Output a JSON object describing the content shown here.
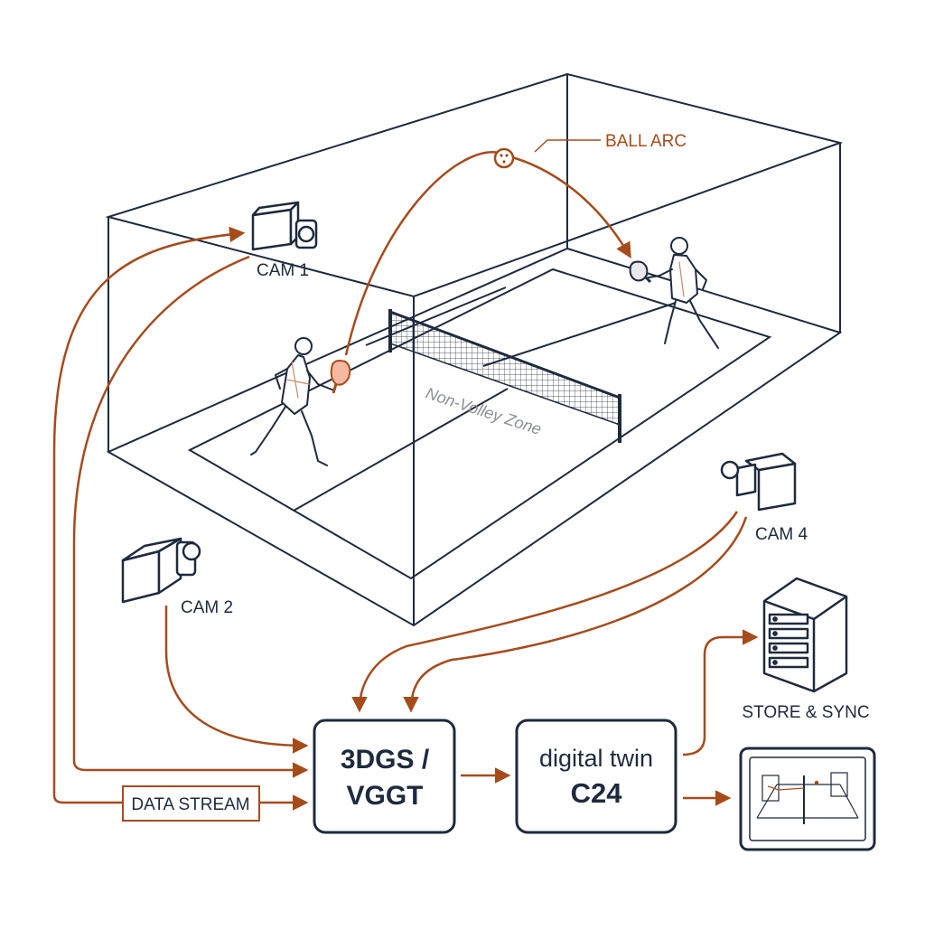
{
  "labels": {
    "ball_arc": "BALL ARC",
    "cam1": "CAM 1",
    "cam2": "CAM 2",
    "cam4": "CAM 4",
    "zone": "Non-Volley Zone",
    "store": "STORE & SYNC",
    "data_stream": "DATA STREAM"
  },
  "boxes": {
    "recon_line1": "3DGS /",
    "recon_line2": "VGGT",
    "twin_line1": "digital twin",
    "twin_line2": "C24"
  },
  "colors": {
    "ink": "#1e2a3d",
    "accent": "#a64b1c",
    "paddle": "#f4b9a0",
    "grey": "#8a8f98"
  },
  "icons": [
    "camera-icon",
    "server-icon",
    "tablet-icon",
    "player-figure",
    "ball-icon",
    "net"
  ]
}
